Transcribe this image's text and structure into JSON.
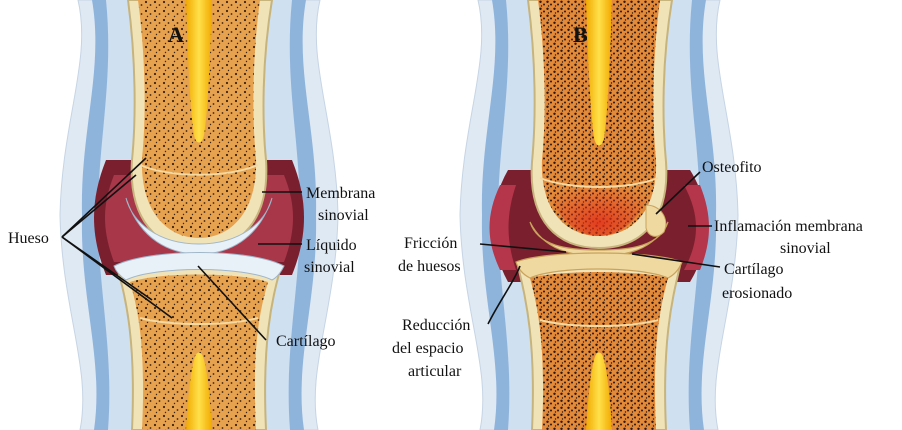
{
  "panels": {
    "a": {
      "title": "A",
      "labels": {
        "hueso": "Hueso",
        "membrana_l1": "Membrana",
        "membrana_l2": "sinovial",
        "liquido_l1": "Líquido",
        "liquido_l2": "sinovial",
        "cartilago": "Cartílago"
      }
    },
    "b": {
      "title": "B",
      "labels": {
        "osteofito": "Osteofito",
        "inflamacion_l1": "Inflamación membrana",
        "inflamacion_l2": "sinovial",
        "friccion_l1": "Fricción",
        "friccion_l2": "de huesos",
        "cartilago_l1": "Cartílago",
        "cartilago_l2": "erosionado",
        "reduccion_l1": "Reducción",
        "reduccion_l2": "del espacio",
        "reduccion_l3": "articular"
      }
    }
  },
  "colors": {
    "capsule_outer": "#dfe9f4",
    "capsule_mid": "#8fb4dc",
    "synovial": "#7a1f2e",
    "bone_cortex": "#f1e3b8",
    "bone_spongy": "#e7a24f",
    "marrow": "#f6c419",
    "cartilage": "#e8f1f8",
    "eroded_cartilage": "#f0d9a0",
    "inflamed": "#d9571e"
  }
}
